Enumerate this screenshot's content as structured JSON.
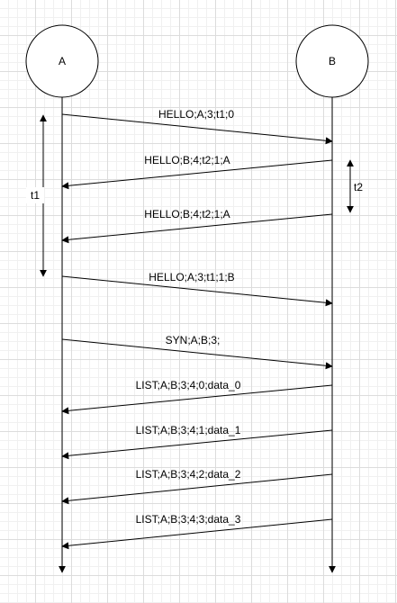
{
  "participants": {
    "a": {
      "label": "A"
    },
    "b": {
      "label": "B"
    }
  },
  "messages": [
    {
      "text": "HELLO;A;3;t1;0"
    },
    {
      "text": "HELLO;B;4;t2;1;A"
    },
    {
      "text": "HELLO;B;4;t2;1;A"
    },
    {
      "text": "HELLO;A;3;t1;1;B"
    },
    {
      "text": "SYN;A;B;3;"
    },
    {
      "text": "LIST;A;B;3;4;0;data_0"
    },
    {
      "text": "LIST;A;B;3;4;1;data_1"
    },
    {
      "text": "LIST;A;B;3;4;2;data_2"
    },
    {
      "text": "LIST;A;B;3;4;3;data_3"
    }
  ],
  "intervals": {
    "t1": {
      "label": "t1"
    },
    "t2": {
      "label": "t2"
    }
  },
  "colors": {
    "line": "#000000",
    "grid": "#dcdcdc",
    "background": "#ffffff"
  }
}
